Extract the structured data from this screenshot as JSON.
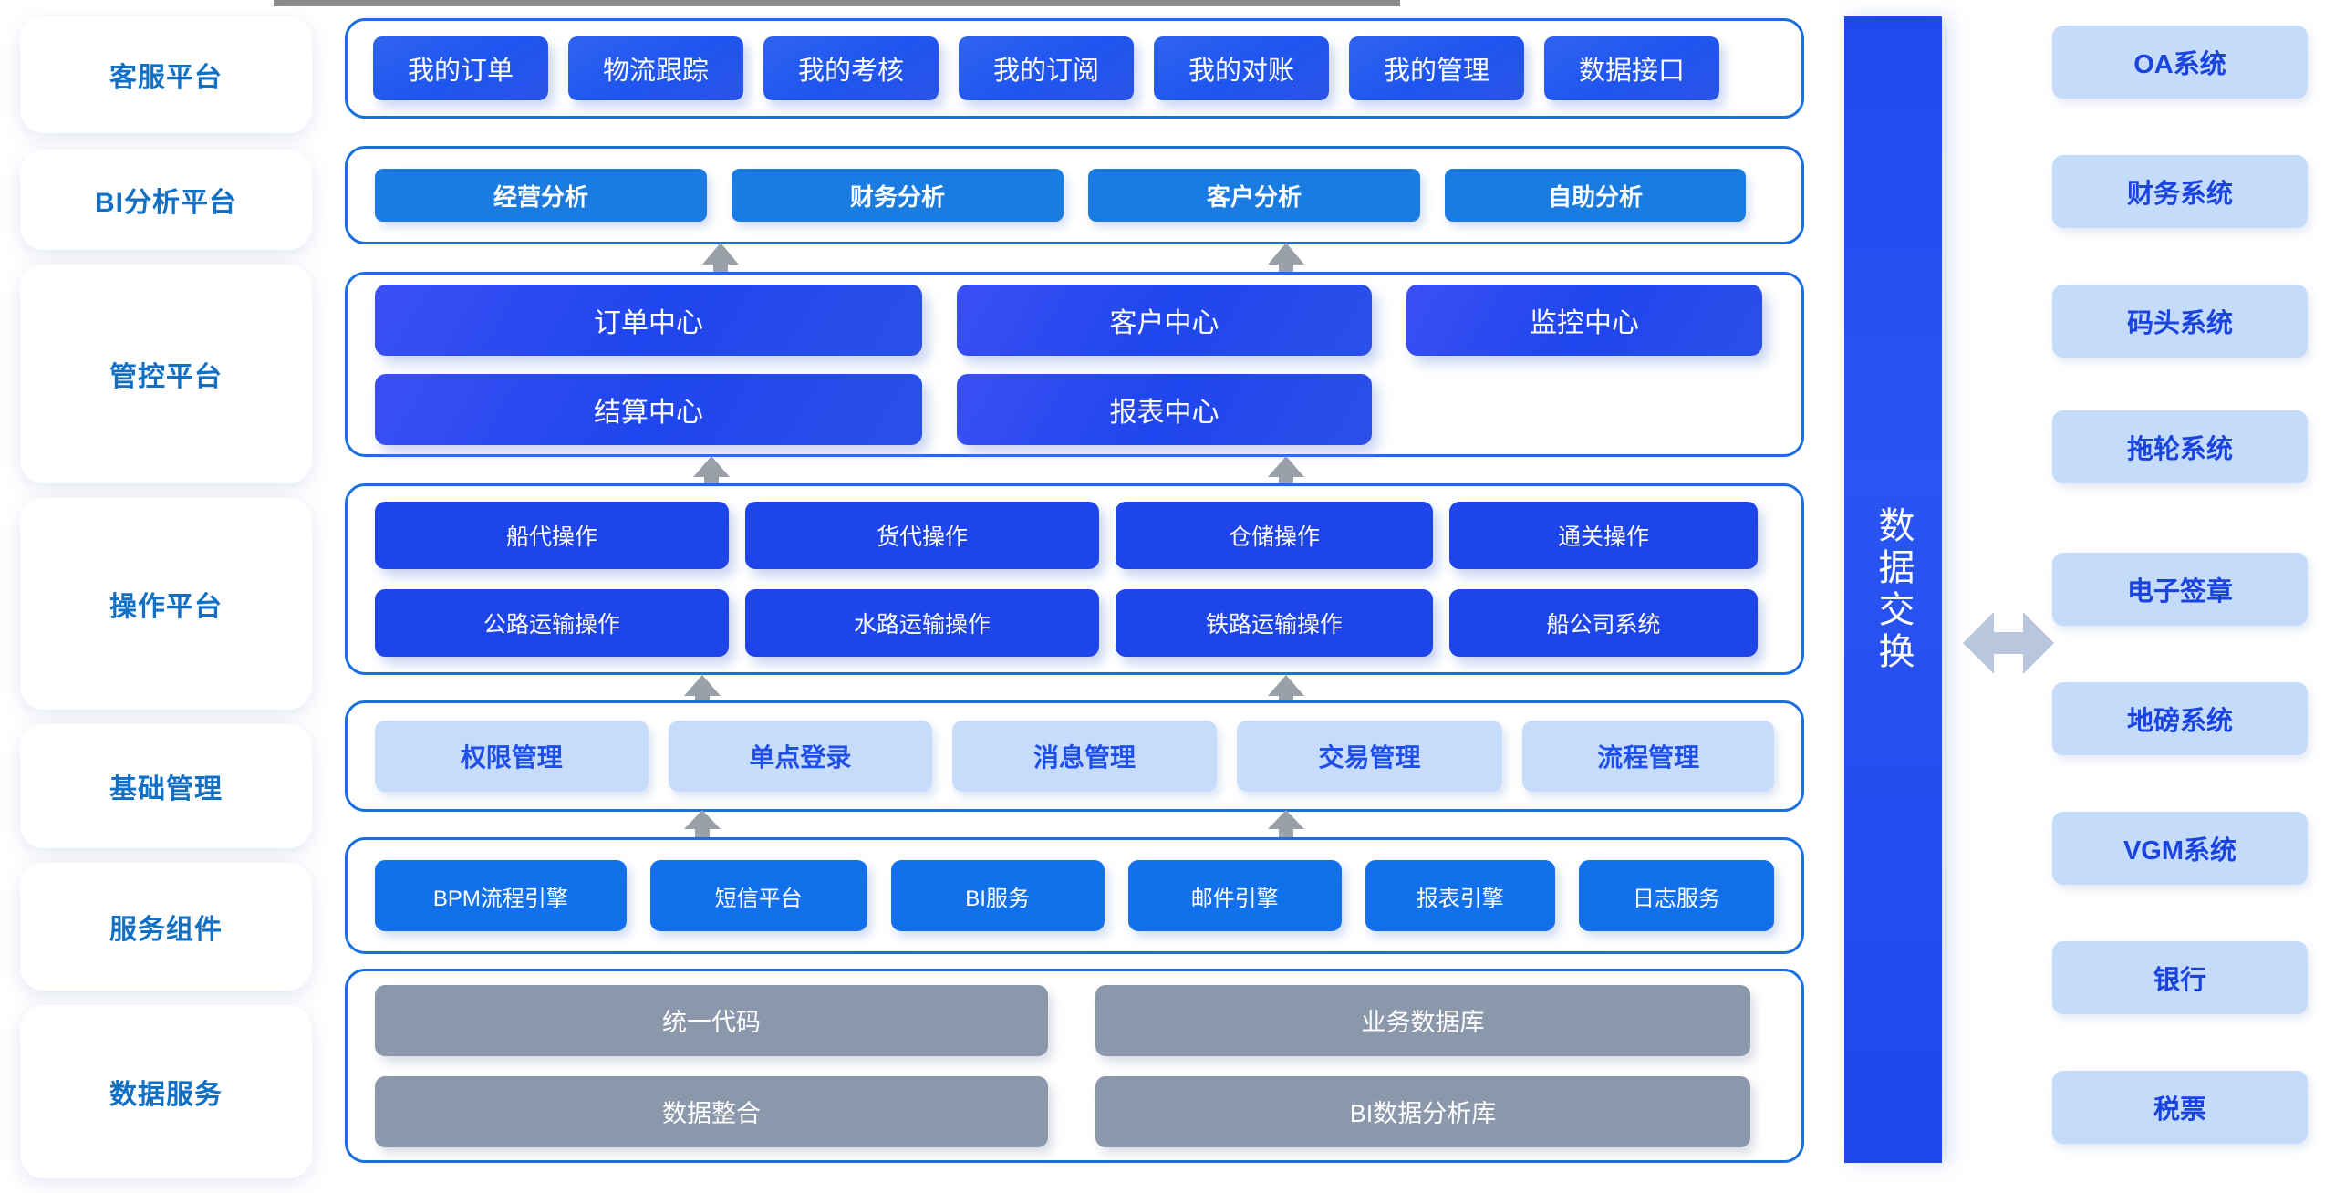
{
  "decor": {
    "top_strip": "gray-bar"
  },
  "sidebar": {
    "items": [
      {
        "label": "客服平台"
      },
      {
        "label": "BI分析平台"
      },
      {
        "label": "管控平台"
      },
      {
        "label": "操作平台"
      },
      {
        "label": "基础管理"
      },
      {
        "label": "服务组件"
      },
      {
        "label": "数据服务"
      }
    ]
  },
  "panels": {
    "service_platform": {
      "items": [
        {
          "label": "我的订单"
        },
        {
          "label": "物流跟踪"
        },
        {
          "label": "我的考核"
        },
        {
          "label": "我的订阅"
        },
        {
          "label": "我的对账"
        },
        {
          "label": "我的管理"
        },
        {
          "label": "数据接口"
        }
      ]
    },
    "bi_platform": {
      "items": [
        {
          "label": "经营分析"
        },
        {
          "label": "财务分析"
        },
        {
          "label": "客户分析"
        },
        {
          "label": "自助分析"
        }
      ]
    },
    "control_platform": {
      "row1": [
        {
          "label": "订单中心"
        },
        {
          "label": "客户中心"
        },
        {
          "label": "监控中心"
        }
      ],
      "row2": [
        {
          "label": "结算中心"
        },
        {
          "label": "报表中心"
        }
      ]
    },
    "operation_platform": {
      "row1": [
        {
          "label": "船代操作"
        },
        {
          "label": "货代操作"
        },
        {
          "label": "仓储操作"
        },
        {
          "label": "通关操作"
        }
      ],
      "row2": [
        {
          "label": "公路运输操作"
        },
        {
          "label": "水路运输操作"
        },
        {
          "label": "铁路运输操作"
        },
        {
          "label": "船公司系统"
        }
      ]
    },
    "base_management": {
      "items": [
        {
          "label": "权限管理"
        },
        {
          "label": "单点登录"
        },
        {
          "label": "消息管理"
        },
        {
          "label": "交易管理"
        },
        {
          "label": "流程管理"
        }
      ]
    },
    "service_components": {
      "items": [
        {
          "label": "BPM流程引擎"
        },
        {
          "label": "短信平台"
        },
        {
          "label": "BI服务"
        },
        {
          "label": "邮件引擎"
        },
        {
          "label": "报表引擎"
        },
        {
          "label": "日志服务"
        }
      ]
    },
    "data_service": {
      "row1": [
        {
          "label": "统一代码"
        },
        {
          "label": "业务数据库"
        }
      ],
      "row2": [
        {
          "label": "数据整合"
        },
        {
          "label": "BI数据分析库"
        }
      ]
    }
  },
  "exchange": {
    "label": "数据交换"
  },
  "external_systems": {
    "items": [
      {
        "label": "OA系统"
      },
      {
        "label": "财务系统"
      },
      {
        "label": "码头系统"
      },
      {
        "label": "拖轮系统"
      },
      {
        "label": "电子签章"
      },
      {
        "label": "地磅系统"
      },
      {
        "label": "VGM系统"
      },
      {
        "label": "银行"
      },
      {
        "label": "税票"
      }
    ]
  },
  "colors": {
    "panel_border": "#1a6fe0",
    "chip_blue": "#1d45ea",
    "chip_bi": "#1a7ce0",
    "chip_light": "#c7dcfa",
    "chip_gray": "#8b97ab",
    "sidebar_text": "#1270c4",
    "system_card_bg": "#c5dbfa",
    "system_card_text": "#1a44e0",
    "arrow_gray": "#9aa0a8",
    "arrow_light": "#b9c6de"
  }
}
